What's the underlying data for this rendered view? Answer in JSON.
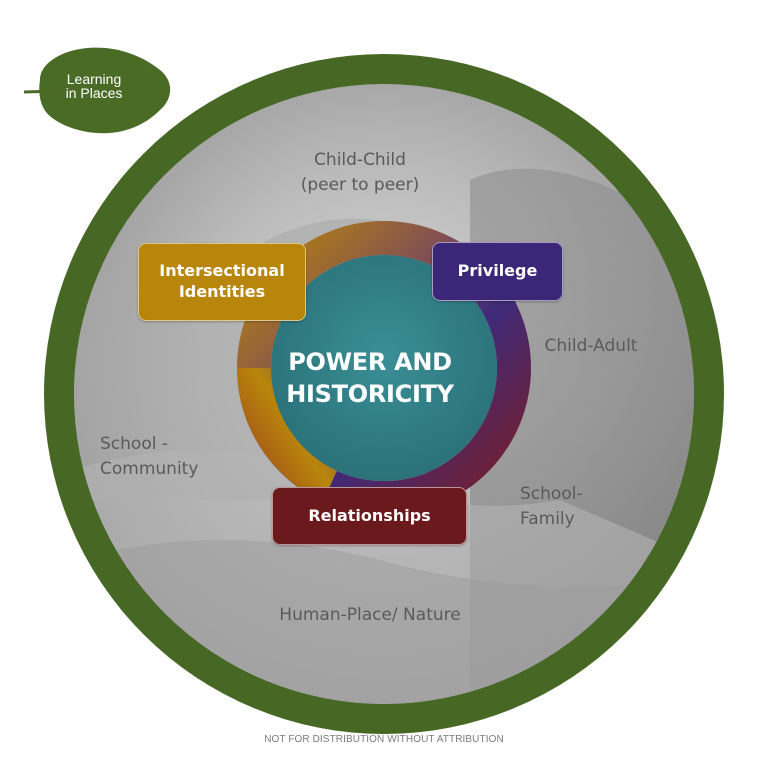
{
  "logo": {
    "text": "Learning\nin Places",
    "color": "#4a6b26"
  },
  "ring": {
    "title": "MICRO-MESO-MACRO SYSTEMS",
    "color": "#476824"
  },
  "center": {
    "title": "POWER AND\nHISTORICITY",
    "color": "#2f7f86"
  },
  "connection_ring": {
    "colors": [
      "#b8860b",
      "#3f2a7a",
      "#6e1c22"
    ]
  },
  "boxes": {
    "intersectional": {
      "label": "Intersectional\nIdentities",
      "color": "#b8860b"
    },
    "privilege": {
      "label": "Privilege",
      "color": "#3b2677"
    },
    "relationships": {
      "label": "Relationships",
      "color": "#6a1a1c"
    }
  },
  "relations": {
    "child_child": "Child-Child\n(peer to peer)",
    "child_adult": "Child-Adult",
    "school_community": "School -\nCommunity",
    "school_family": "School-\nFamily",
    "human_place": "Human-Place/ Nature"
  },
  "footer": "NOT FOR DISTRIBUTION WITHOUT ATTRIBUTION"
}
